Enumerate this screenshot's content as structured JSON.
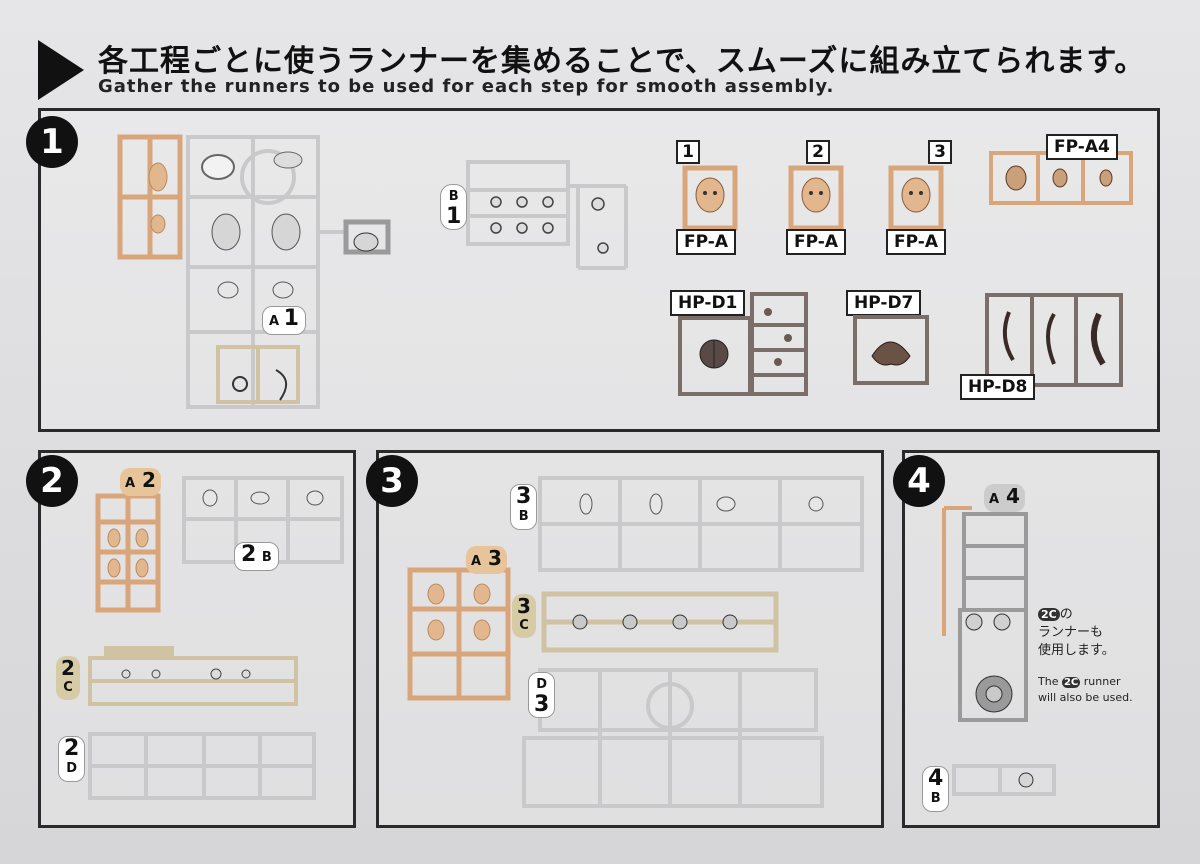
{
  "header": {
    "title_jp": "各工程ごとに使うランナーを集めることで、スムーズに組み立てられます。",
    "title_en": "Gather the runners to be used for each step for smooth assembly."
  },
  "steps": {
    "s1": {
      "num": "1"
    },
    "s2": {
      "num": "2"
    },
    "s3": {
      "num": "3"
    },
    "s4": {
      "num": "4"
    }
  },
  "step1": {
    "a1": {
      "letter": "A",
      "num": "1"
    },
    "b1": {
      "letter": "B",
      "num": "1"
    },
    "face1": {
      "num": "1",
      "code": "FP-A"
    },
    "face2": {
      "num": "2",
      "code": "FP-A"
    },
    "face3": {
      "num": "3",
      "code": "FP-A"
    },
    "fpa4": "FP-A4",
    "hpd1": "HP-D1",
    "hpd7": "HP-D7",
    "hpd8": "HP-D8"
  },
  "step2": {
    "a2": {
      "letter": "A",
      "num": "2"
    },
    "b2": {
      "num": "2",
      "letter": "B"
    },
    "c2": {
      "num": "2",
      "letter": "C"
    },
    "d2": {
      "num": "2",
      "letter": "D"
    }
  },
  "step3": {
    "a3": {
      "letter": "A",
      "num": "3"
    },
    "b3": {
      "num": "3",
      "letter": "B"
    },
    "c3": {
      "num": "3",
      "letter": "C"
    },
    "d3": {
      "letter": "D",
      "num": "3"
    }
  },
  "step4": {
    "a4": {
      "letter": "A",
      "num": "4"
    },
    "b4": {
      "num": "4",
      "letter": "B"
    },
    "note_jp_badge": "2C",
    "note_jp_line1": "の",
    "note_jp_line2": "ランナーも",
    "note_jp_line3": "使用します。",
    "note_en_pre": "The",
    "note_en_badge": "2C",
    "note_en_post": "runner",
    "note_en_line2": "will also be used."
  },
  "colors": {
    "skin": "#e3b78e",
    "grey": "#8a8a8a",
    "dark": "#6a5a55",
    "beige": "#cfc3a3",
    "panel_border": "#2a2a2a"
  }
}
